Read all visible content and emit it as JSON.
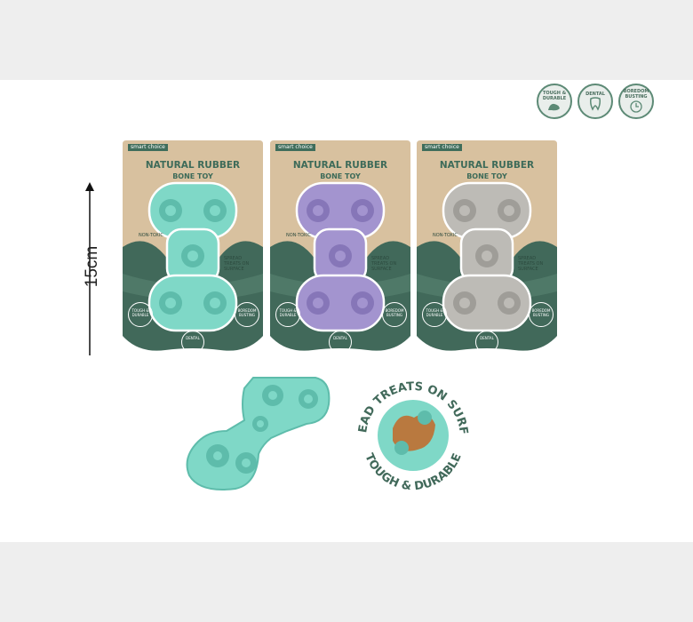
{
  "colors": {
    "teal": "#7fd8c7",
    "teal_dark": "#5ebcab",
    "lilac": "#a394cf",
    "lilac_dark": "#8676b8",
    "grey": "#bdbbb6",
    "grey_dark": "#9f9d98",
    "kraft": "#d8c19f",
    "green_dark": "#41695a",
    "green_mid": "#5d8a76",
    "band": "#eeeeee"
  },
  "feature_badges": [
    {
      "label": "TOUGH & DURABLE",
      "icon": "muscle-icon"
    },
    {
      "label": "DENTAL",
      "icon": "tooth-icon"
    },
    {
      "label": "BOREDOM BUSTING",
      "icon": "clock-icon"
    }
  ],
  "dimension": {
    "label": "15cm"
  },
  "packs": [
    {
      "variant": "teal",
      "brand": "smart choice",
      "title": "NATURAL RUBBER",
      "subtitle": "BONE TOY",
      "non_toxic": "NON-TOXIC",
      "spread": "SPREAD TREATS ON SURFACE",
      "badge_left": "TOUGH & DURABLE",
      "badge_right": "BOREDOM BUSTING",
      "badge_center": "DENTAL"
    },
    {
      "variant": "lilac",
      "brand": "smart choice",
      "title": "NATURAL RUBBER",
      "subtitle": "BONE TOY",
      "non_toxic": "NON-TOXIC",
      "spread": "SPREAD TREATS ON SURFACE",
      "badge_left": "TOUGH & DURABLE",
      "badge_right": "BOREDOM BUSTING",
      "badge_center": "DENTAL"
    },
    {
      "variant": "grey",
      "brand": "smart choice",
      "title": "NATURAL RUBBER",
      "subtitle": "BONE TOY",
      "non_toxic": "NON-TOXIC",
      "spread": "SPREAD TREATS ON SURFACE",
      "badge_left": "TOUGH & DURABLE",
      "badge_right": "BOREDOM BUSTING",
      "badge_center": "DENTAL"
    }
  ],
  "circle_badge": {
    "top_text": "SPREAD TREATS ON SURFACE",
    "bottom_text": "TOUGH & DURABLE"
  }
}
